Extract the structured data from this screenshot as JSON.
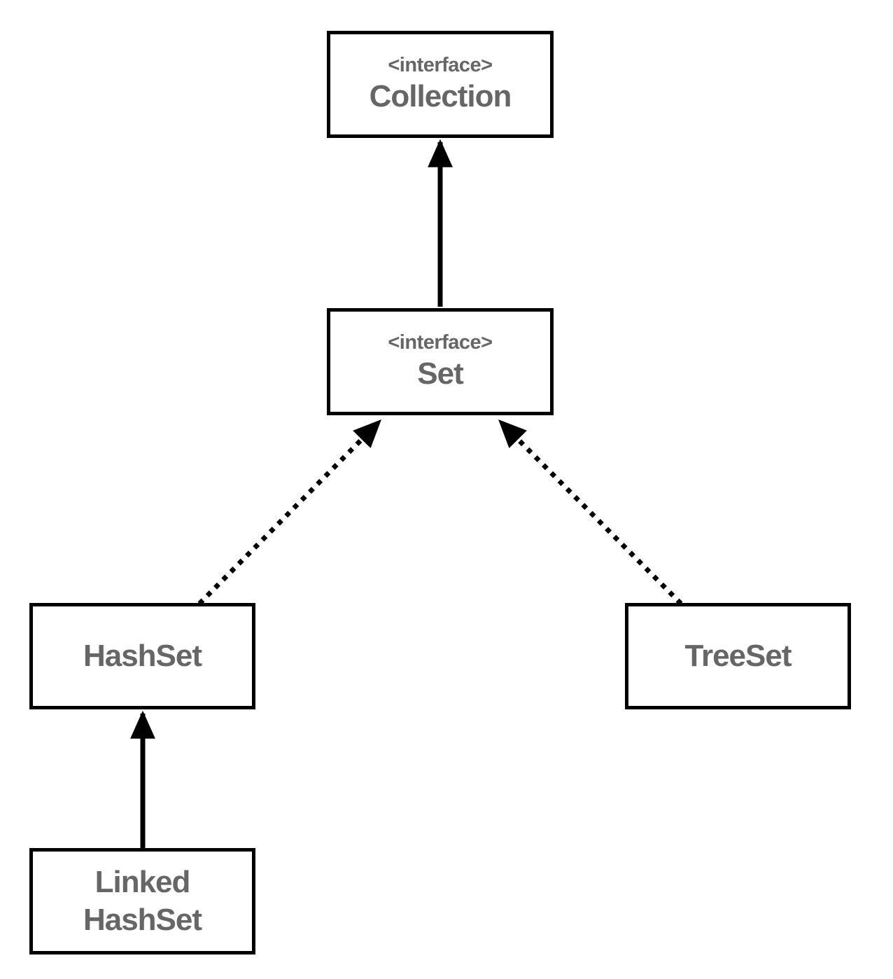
{
  "diagram": {
    "type": "uml-class-diagram",
    "subject": "Java Set collection hierarchy",
    "nodes": {
      "collection": {
        "stereotype": "<interface>",
        "name": "Collection"
      },
      "set": {
        "stereotype": "<interface>",
        "name": "Set"
      },
      "hashset": {
        "name": "HashSet"
      },
      "treeset": {
        "name": "TreeSet"
      },
      "linkedhashset": {
        "name_line1": "Linked",
        "name_line2": "HashSet"
      }
    },
    "edges": [
      {
        "from": "Set",
        "to": "Collection",
        "style": "solid-arrow"
      },
      {
        "from": "HashSet",
        "to": "Set",
        "style": "dotted-arrow"
      },
      {
        "from": "TreeSet",
        "to": "Set",
        "style": "dotted-arrow"
      },
      {
        "from": "LinkedHashSet",
        "to": "HashSet",
        "style": "solid-arrow"
      }
    ],
    "colors": {
      "box_border": "#000000",
      "box_fill": "#ffffff",
      "label_text": "#666666",
      "arrow": "#000000",
      "page_background": "#ffffff"
    }
  }
}
